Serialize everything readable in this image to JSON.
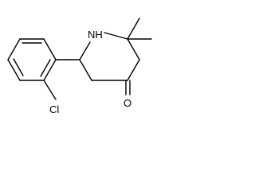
{
  "structure": {
    "atoms": {
      "nitrogen": "NH",
      "chlorine": "Cl",
      "oxygen": "O"
    },
    "colors": {
      "bond": "#000000",
      "label": "#000000",
      "background": "#ffffff"
    }
  }
}
